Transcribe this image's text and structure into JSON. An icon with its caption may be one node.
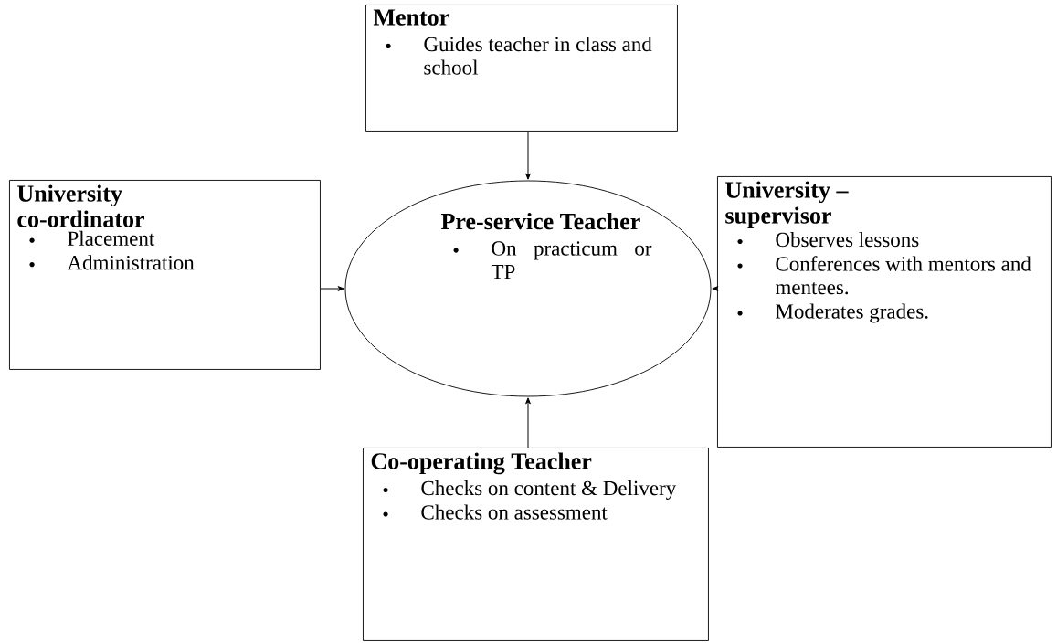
{
  "diagram": {
    "nodes": [
      {
        "text": [
          "Mentor",
          "Guides teacher in class and school"
        ]
      },
      {
        "text": [
          "University co-ordinator",
          "Placement",
          "Administration"
        ]
      },
      {
        "text": [
          "Pre-service Teacher",
          "On practicum or TP"
        ]
      },
      {
        "text": [
          "University – supervisor",
          "Observes lessons",
          "Conferences with mentors and mentees.",
          "Moderates grades."
        ]
      },
      {
        "text": [
          "Co-operating Teacher",
          "Checks on content & Delivery",
          "Checks on assessment"
        ]
      }
    ],
    "edges": [
      {
        "from": 0,
        "to": 2,
        "arrow": "to"
      },
      {
        "from": 1,
        "to": 2,
        "arrow": "to"
      },
      {
        "from": 3,
        "to": 2,
        "arrow": "to"
      },
      {
        "from": 4,
        "to": 2,
        "arrow": "to"
      }
    ]
  }
}
